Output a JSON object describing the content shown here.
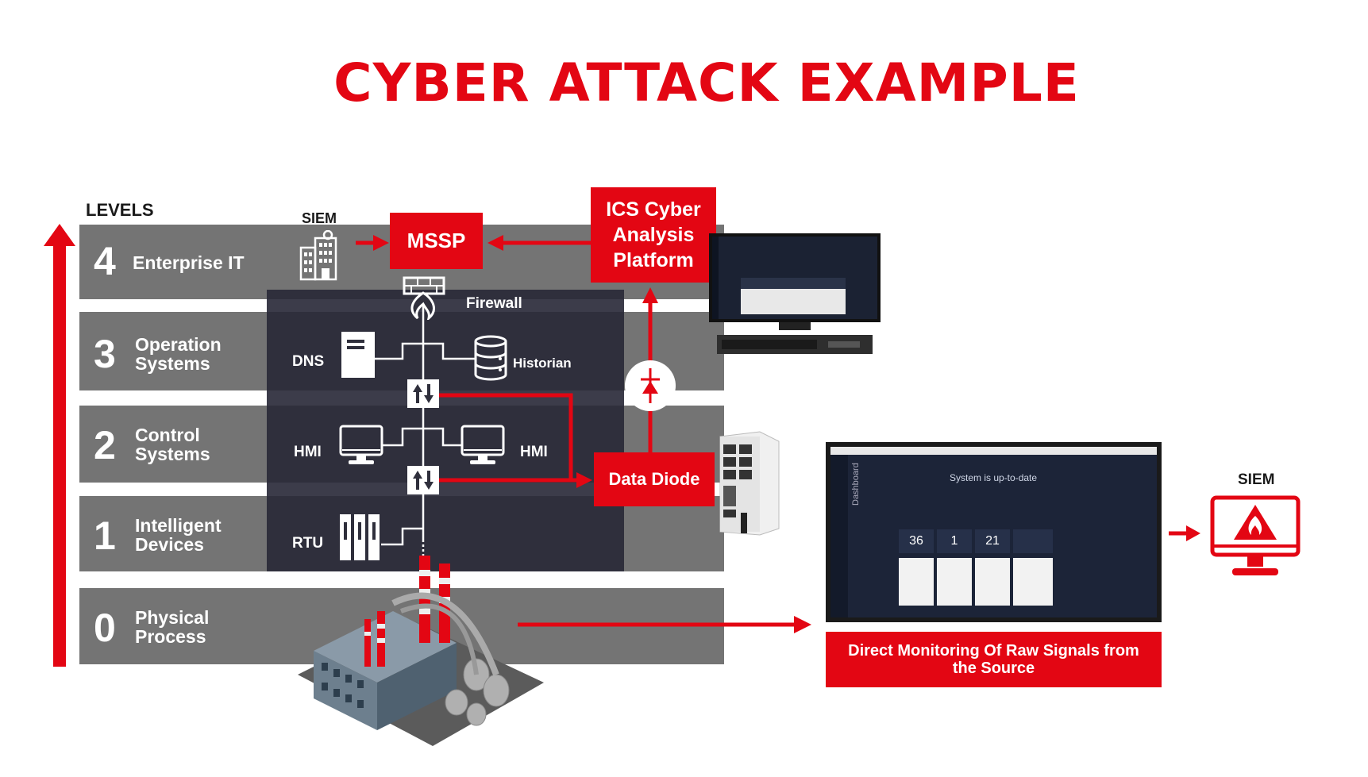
{
  "title": "CYBER ATTACK EXAMPLE",
  "levels_heading": "LEVELS",
  "levels": [
    {
      "num": "4",
      "name": "Enterprise IT"
    },
    {
      "num": "3",
      "name": "Operation Systems"
    },
    {
      "num": "2",
      "name": "Control Systems"
    },
    {
      "num": "1",
      "name": "Intelligent Devices"
    },
    {
      "num": "0",
      "name": "Physical Process"
    }
  ],
  "labels": {
    "siem_top": "SIEM",
    "mssp": "MSSP",
    "ics": "ICS Cyber Analysis Platform",
    "firewall": "Firewall",
    "dns": "DNS",
    "historian": "Historian",
    "hmi_left": "HMI",
    "hmi_right": "HMI",
    "rtu": "RTU",
    "data_diode": "Data Diode",
    "direct_monitoring": "Direct Monitoring Of Raw Signals from the Source",
    "siem_right": "SIEM"
  },
  "screen": {
    "header": "System is up-to-date",
    "side_tab": "Dashboard",
    "stats": [
      "36",
      "1",
      "21"
    ]
  },
  "colors": {
    "accent": "#e30613",
    "band": "#747474",
    "panel": "#2f2f3c"
  }
}
